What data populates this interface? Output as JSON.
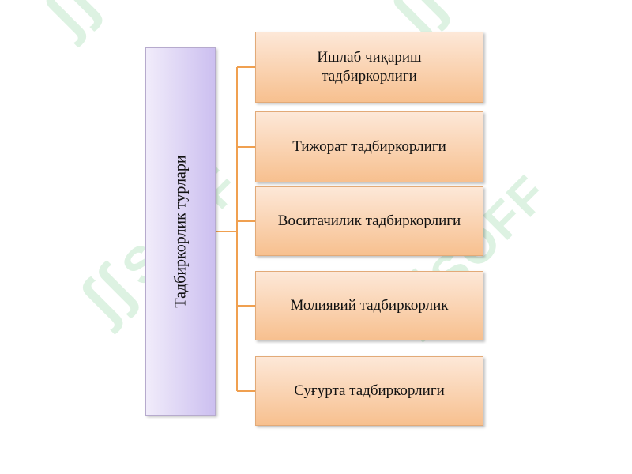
{
  "diagram": {
    "root": "Тадбиркорлик турлари",
    "items": [
      "Ишлаб чиқариш тадбиркорлиги",
      "Тижорат тадбиркорлиги",
      "Воситачилик тадбиркорлиги",
      "Молиявий тадбиркорлик",
      "Суғурта тадбиркорлиги"
    ]
  },
  "watermark": "SOFF",
  "colors": {
    "root_fill": "#ccbff0",
    "item_fill": "#f7c08f",
    "connector": "#f0a050",
    "watermark": "#d8f0dd"
  }
}
